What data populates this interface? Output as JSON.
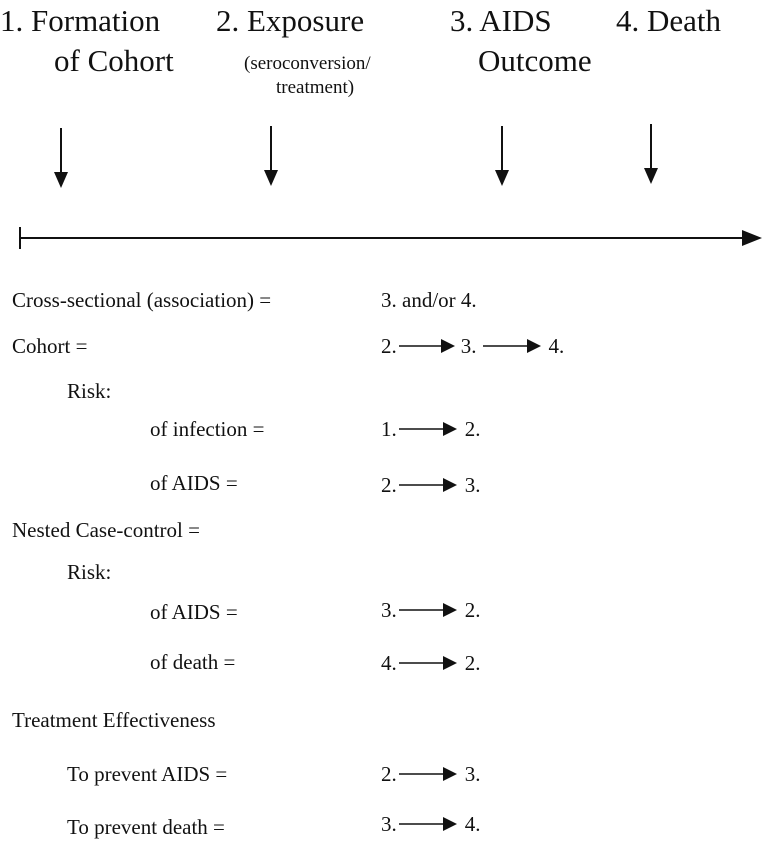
{
  "stages": [
    {
      "line1": "1. Formation",
      "line2": "of Cohort"
    },
    {
      "line1": "2. Exposure",
      "line2": "(seroconversion/",
      "line3": "treatment)"
    },
    {
      "line1": "3. AIDS",
      "line2": "Outcome"
    },
    {
      "line1": "4. Death"
    }
  ],
  "designs": {
    "cross_sectional": {
      "label": "Cross-sectional (association) =",
      "value": "3. and/or 4."
    },
    "cohort": {
      "label": "Cohort =",
      "steps": [
        "2.",
        "3.",
        "4."
      ]
    },
    "cohort_risk": "Risk:",
    "of_infection": {
      "label": "of infection =",
      "from": "1.",
      "to": "2."
    },
    "of_aids": {
      "label": "of AIDS =",
      "from": "2.",
      "to": "3."
    },
    "nested": {
      "label": "Nested Case-control ="
    },
    "nested_risk": "Risk:",
    "nested_aids": {
      "label": "of AIDS =",
      "from": "3.",
      "to": "2."
    },
    "nested_death": {
      "label": "of death =",
      "from": "4.",
      "to": "2."
    },
    "treatment": {
      "label": "Treatment Effectiveness"
    },
    "prevent_aids": {
      "label": "To prevent AIDS =",
      "from": "2.",
      "to": "3."
    },
    "prevent_death": {
      "label": "To prevent death =",
      "from": "3.",
      "to": "4."
    }
  }
}
